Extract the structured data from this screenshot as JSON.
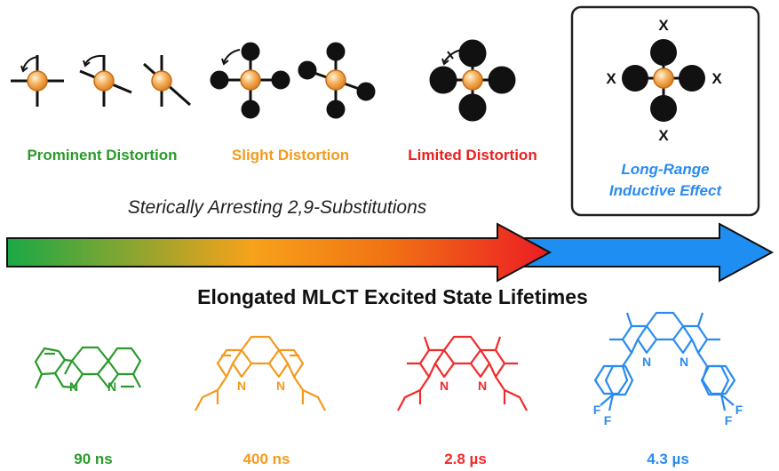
{
  "distortion_labels": [
    {
      "text": "Prominent Distortion",
      "color": "#2a9a2a"
    },
    {
      "text": "Slight Distortion",
      "color": "#f39a1e"
    },
    {
      "text": "Limited Distortion",
      "color": "#e82020"
    }
  ],
  "box": {
    "line1": "Long-Range",
    "line2": "Inductive Effect",
    "x_label": "X",
    "color": "#2a8bef"
  },
  "steric_caption": "Sterically Arresting 2,9-Substitutions",
  "lifetime_caption": "Elongated MLCT Excited State Lifetimes",
  "compounds": [
    {
      "lifetime": "90 ns",
      "color": "#2a9a2a"
    },
    {
      "lifetime": "400 ns",
      "color": "#f39a1e"
    },
    {
      "lifetime": "2.8 µs",
      "color": "#f02a2a"
    },
    {
      "lifetime": "4.3 µs",
      "color": "#2a8bef"
    }
  ],
  "atom_labels": {
    "nitrogen": "N",
    "fluorine": "F"
  }
}
